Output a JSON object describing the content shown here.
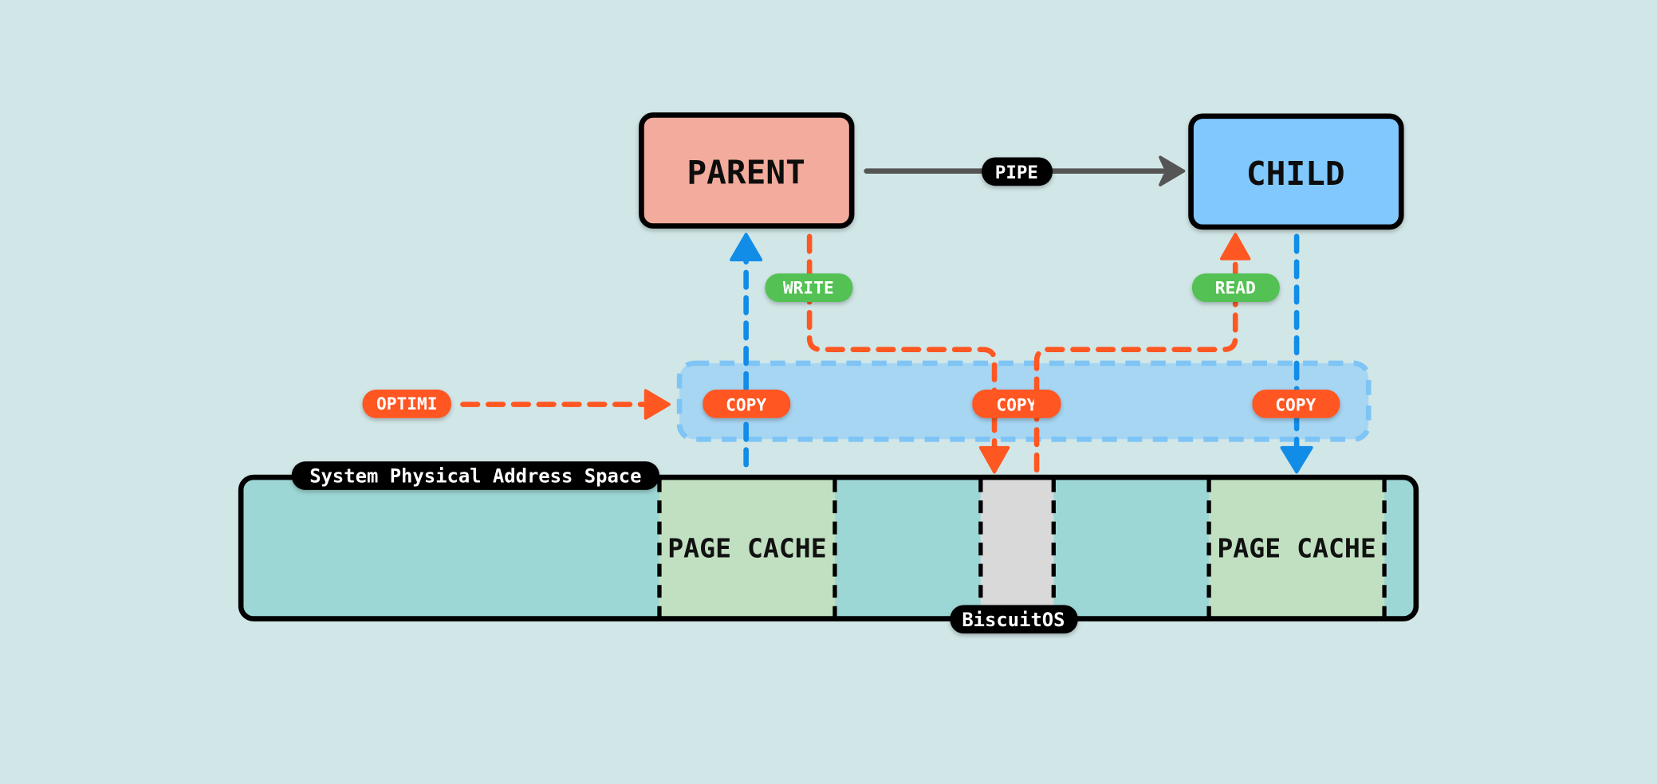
{
  "diagram": {
    "nodes": {
      "parent": {
        "label": "PARENT",
        "color": "#f2ab9c"
      },
      "child": {
        "label": "CHILD",
        "color": "#80c8fd"
      }
    },
    "edges": {
      "pipe": {
        "label": "PIPE",
        "from": "parent",
        "to": "child",
        "color": "#555555"
      },
      "write": {
        "label": "WRITE",
        "color": "#53c152"
      },
      "read": {
        "label": "READ",
        "color": "#53c152"
      }
    },
    "copy_region": {
      "copies": [
        "COPY",
        "COPY",
        "COPY"
      ],
      "fill": "#a7d6f3",
      "border": "#7ec4f5"
    },
    "optimi": {
      "label": "OPTIMI",
      "color": "#ff5722"
    },
    "memory": {
      "title": "System Physical Address Space",
      "fill": "#9dd7d5",
      "page_cache_label": "PAGE CACHE",
      "page_cache_fill": "#c1e0c1",
      "kernel_fill": "#d9d9d9",
      "footer_label": "BiscuitOS"
    },
    "colors": {
      "background": "#d1e6e7",
      "orange_flow": "#ff5722",
      "blue_flow": "#118de8"
    }
  }
}
